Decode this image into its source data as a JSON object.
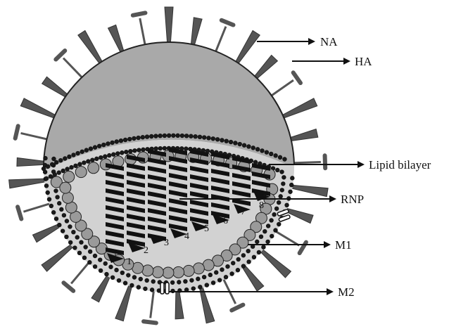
{
  "labels": {
    "na": "NA",
    "ha": "HA",
    "lipid_bilayer": "Lipid bilayer",
    "rnp": "RNP",
    "m1": "M1",
    "m2": "M2"
  },
  "segments": [
    "1",
    "2",
    "3",
    "4",
    "5",
    "6",
    "7",
    "8"
  ],
  "colors": {
    "envelope_fill": "#a9a9a9",
    "interior_fill": "#d2d2d2",
    "m1_bead": "#9a9a9a",
    "lipid_head": "#1a1a1a",
    "spike": "#555555",
    "outline": "#222222"
  }
}
